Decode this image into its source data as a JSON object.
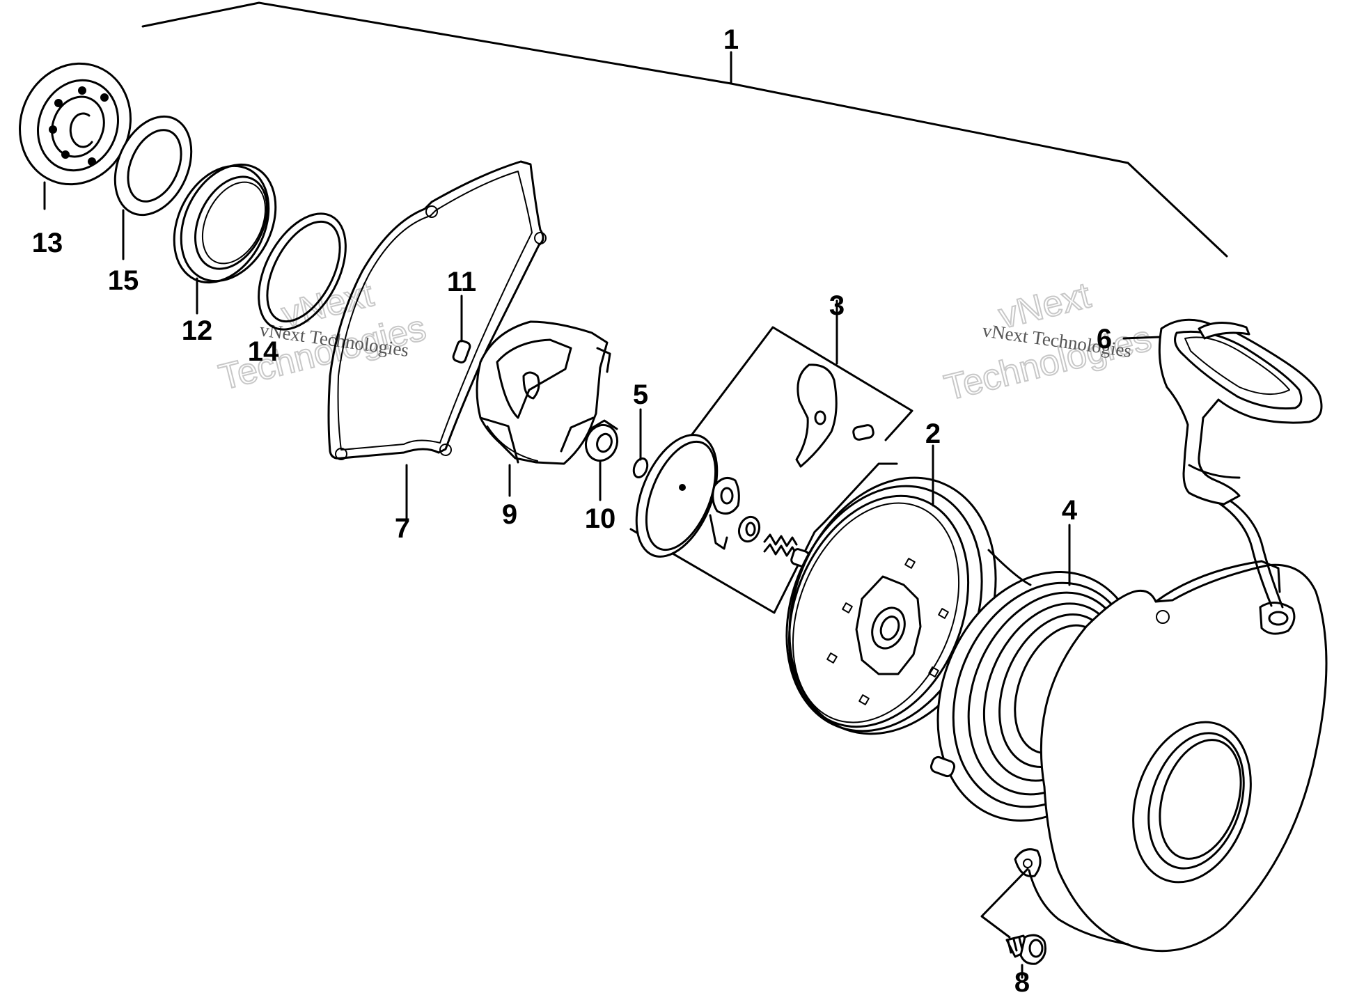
{
  "diagram": {
    "callouts": [
      "1",
      "2",
      "3",
      "4",
      "5",
      "6",
      "7",
      "8",
      "9",
      "10",
      "11",
      "12",
      "13",
      "14",
      "15"
    ],
    "watermark": {
      "big_line1": "vNext",
      "big_line2": "Technologies",
      "small": "vNext Technologies"
    }
  }
}
